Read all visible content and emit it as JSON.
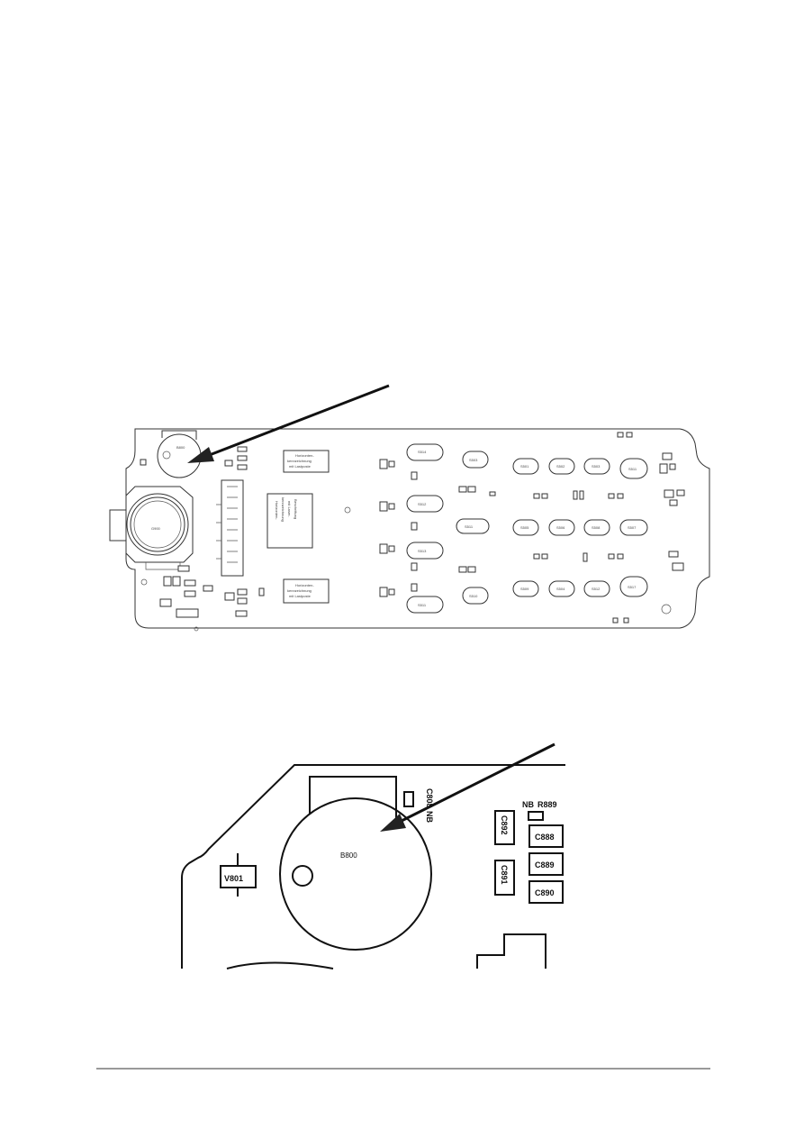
{
  "overview_board": {
    "buttons_col1": [
      "S514",
      "S512",
      "S513",
      "S511"
    ],
    "buttons_col2": [
      "S503",
      "S511",
      "S510"
    ],
    "buttons_row1": [
      "S501",
      "S502",
      "S503",
      "S511"
    ],
    "buttons_row2": [
      "S505",
      "S506",
      "S508",
      "S507"
    ],
    "buttons_row3": [
      "S509",
      "S504",
      "S512",
      "S517"
    ],
    "speaker_label": "B800",
    "battery_label": "G900",
    "label_boxes": [
      [
        "Horizonten-",
        "kennzeichnung",
        "mit Lastposte"
      ],
      [
        "Horizonten-",
        "kennzeichnung",
        "mit Laser-",
        "Beschriftung"
      ],
      [
        "Horizonten-",
        "kennzeichnung",
        "mit Lastposte"
      ]
    ]
  },
  "detail_view": {
    "speaker_label": "B800",
    "components": {
      "v801": "V801",
      "c808": "C808",
      "nb": "NB",
      "r889": "R889",
      "c892": "C892",
      "c888": "C888",
      "c889": "C889",
      "c891": "C891",
      "c890": "C890"
    }
  },
  "colors": {
    "line": "#333333",
    "arrow": "#111111",
    "background": "#ffffff"
  }
}
